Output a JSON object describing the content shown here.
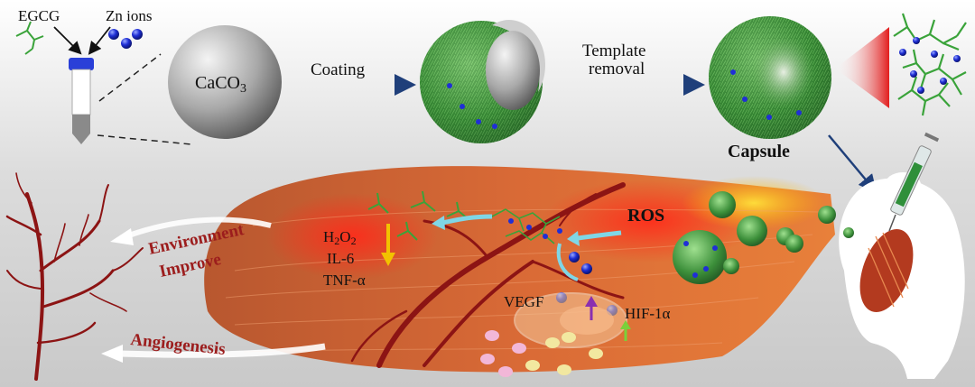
{
  "top": {
    "egcg": "EGCG",
    "zn": "Zn ions",
    "caco3_main": "CaCO",
    "caco3_sub": "3",
    "coating": "Coating",
    "template_line1": "Template",
    "template_line2": "removal",
    "capsule": "Capsule"
  },
  "tissue": {
    "ros": "ROS",
    "h2o2_a": "H",
    "h2o2_b": "2",
    "h2o2_c": "O",
    "h2o2_d": "2",
    "il6": "IL-6",
    "tnf": "TNF-α",
    "vegf": "VEGF",
    "hif": "HIF-1α"
  },
  "left": {
    "environment": "Environment",
    "improve": "Improve",
    "angiogenesis": "Angiogenesis"
  },
  "colors": {
    "zn_blue": "#1f2fd6",
    "egcg_green": "#3aa33a",
    "vessel_red": "#8c1414",
    "arrow_navy": "#1f3f7a",
    "label_red": "#9c1d1d",
    "yellow_arrow": "#f2c200",
    "cyan_arrow": "#7fd6e6",
    "purple_arrow": "#8a2fb0"
  }
}
